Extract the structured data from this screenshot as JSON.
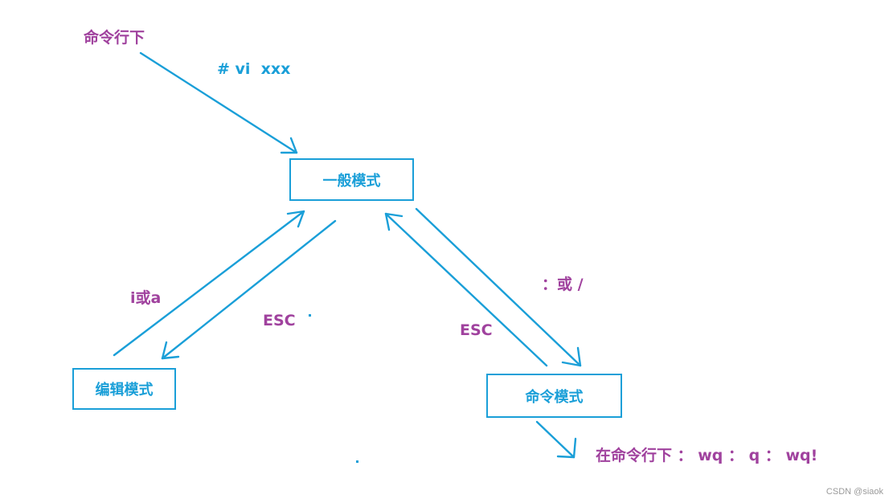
{
  "nodes": {
    "normal_mode": "一般模式",
    "edit_mode": "编辑模式",
    "command_mode": "命令模式"
  },
  "labels": {
    "command_line_start": "命令行下",
    "vi_command": "# vi  xxx",
    "enter_edit": "i或a",
    "esc_from_edit": "ESC",
    "enter_command": "：或 /",
    "esc_from_command": "ESC",
    "quit_commands": "在命令行下 ： wq ： q ： wq!"
  },
  "watermark": "CSDN @siaok",
  "colors": {
    "accent": "#1a9fd8",
    "label": "#a0429e"
  }
}
